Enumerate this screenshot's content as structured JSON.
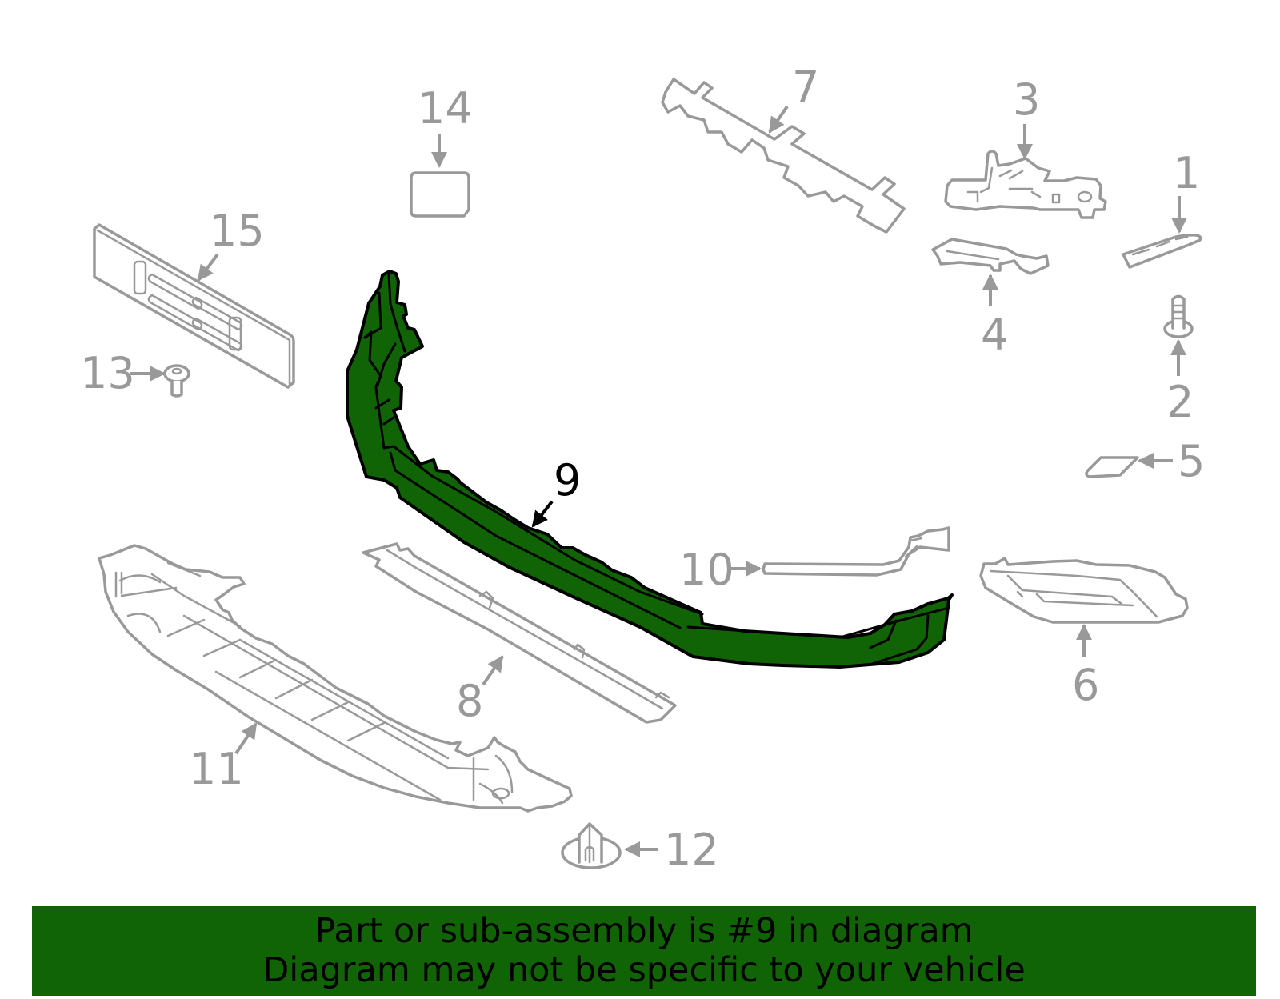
{
  "diagram": {
    "highlighted_part": "9",
    "colors": {
      "highlight_fill": "#116405",
      "highlight_outline": "#000000",
      "part_outline": "#999999",
      "callout_text": "#999999",
      "highlight_callout_text": "#000000",
      "banner_background": "#116405",
      "banner_text": "#000000",
      "background": "#ffffff"
    },
    "callouts": [
      {
        "number": "1",
        "part": "bracket-strip"
      },
      {
        "number": "2",
        "part": "screw"
      },
      {
        "number": "3",
        "part": "bracket"
      },
      {
        "number": "4",
        "part": "bracket"
      },
      {
        "number": "5",
        "part": "cap"
      },
      {
        "number": "6",
        "part": "grille-insert"
      },
      {
        "number": "7",
        "part": "reinforcement-bar"
      },
      {
        "number": "8",
        "part": "trim-strip"
      },
      {
        "number": "9",
        "part": "lower-spoiler",
        "highlighted": true
      },
      {
        "number": "10",
        "part": "trim-bracket"
      },
      {
        "number": "11",
        "part": "lower-shield"
      },
      {
        "number": "12",
        "part": "push-clip"
      },
      {
        "number": "13",
        "part": "bolt"
      },
      {
        "number": "14",
        "part": "cover"
      },
      {
        "number": "15",
        "part": "license-bracket"
      }
    ]
  },
  "banner": {
    "line1": "Part or sub-assembly is #9 in diagram",
    "line2": "Diagram may not be specific to your vehicle"
  }
}
